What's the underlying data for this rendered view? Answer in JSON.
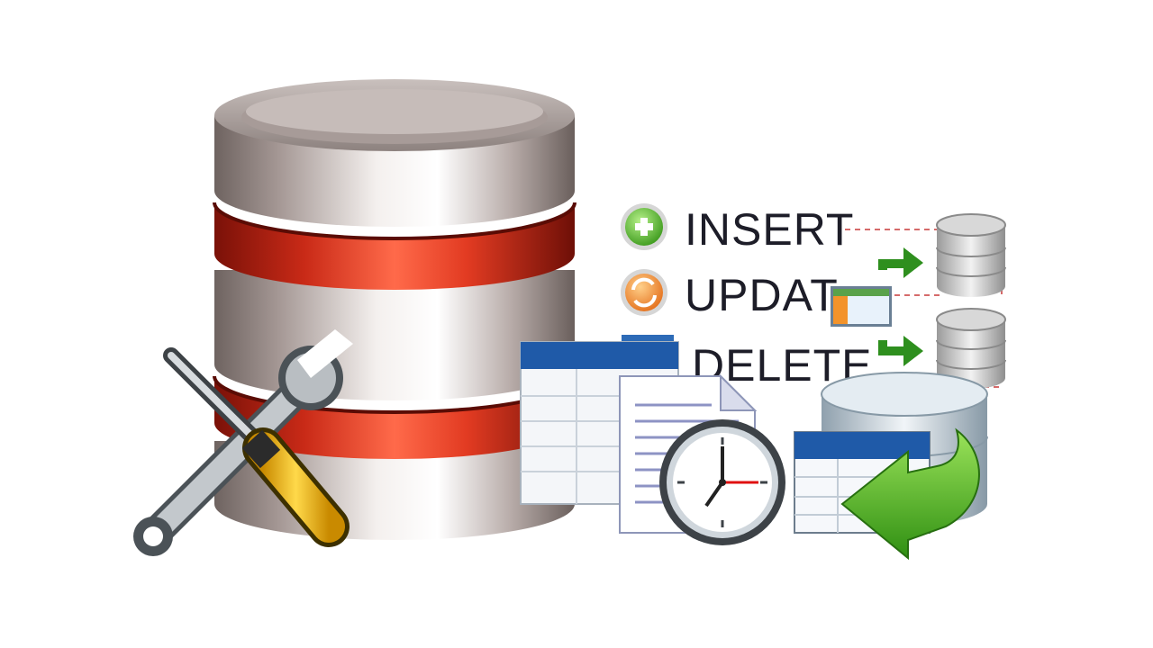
{
  "operations": {
    "insert": "INSERT",
    "update": "UPDAT",
    "delete": "DELETE"
  },
  "icons": {
    "database": "database-icon",
    "tools": "wrench-screwdriver-icon",
    "insert": "plus-circle-icon",
    "update": "refresh-circle-icon",
    "table": "table-icon",
    "document": "document-icon",
    "clock": "clock-icon",
    "restore": "restore-arrow-icon",
    "transfer": "green-arrow-icon",
    "mini_database": "mini-database-icon",
    "window": "window-icon"
  },
  "colors": {
    "metal_light": "#e9e4e2",
    "metal_dark": "#7a6f6c",
    "red_band": "#d8301f",
    "green": "#2e9b2e",
    "orange": "#f0892a",
    "blue_header": "#1f5aa8",
    "wrench": "#9ea4a8",
    "screwdriver": "#f2c31f"
  }
}
